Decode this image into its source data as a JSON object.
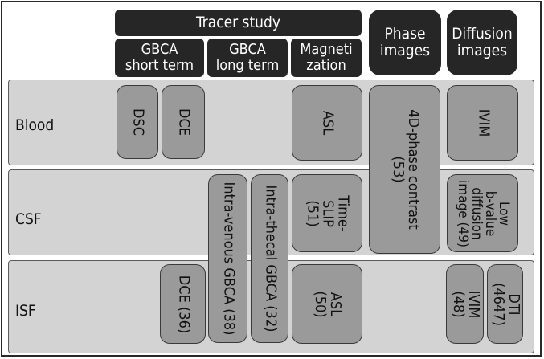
{
  "headers": {
    "tracer_study": "Tracer study",
    "gbca_short": "GBCA\nshort term",
    "gbca_long": "GBCA\nlong term",
    "magnetization": "Magneti\nzation",
    "phase_images": "Phase\nimages",
    "diffusion_images": "Diffusion\nimages"
  },
  "rows": {
    "blood": "Blood",
    "csf": "CSF",
    "isf": "ISF"
  },
  "boxes": {
    "dsc": "DSC",
    "dce": "DCE",
    "asl_blood": "ASL",
    "phase_contrast": "4D-phase contrast\n(53)",
    "ivim_blood": "IVIM",
    "intravenous": "Intra-venous GBCA (38)",
    "intrathecal": "Intra-thecal GBCA (32)",
    "time_slip": "Time-\nSLIP\n(51)",
    "low_b": "Low\nb-value\ndiffusion\nimage (49)",
    "dce_isf": "DCE (36)",
    "asl_isf": "ASL\n(50)",
    "ivim_isf": "IVIM\n(48)",
    "dti": "DTI\n(4647)"
  },
  "colors": {
    "header_fill": "#262626",
    "row_fill": "#d3d3d3",
    "box_fill": "#9a9a9a"
  }
}
